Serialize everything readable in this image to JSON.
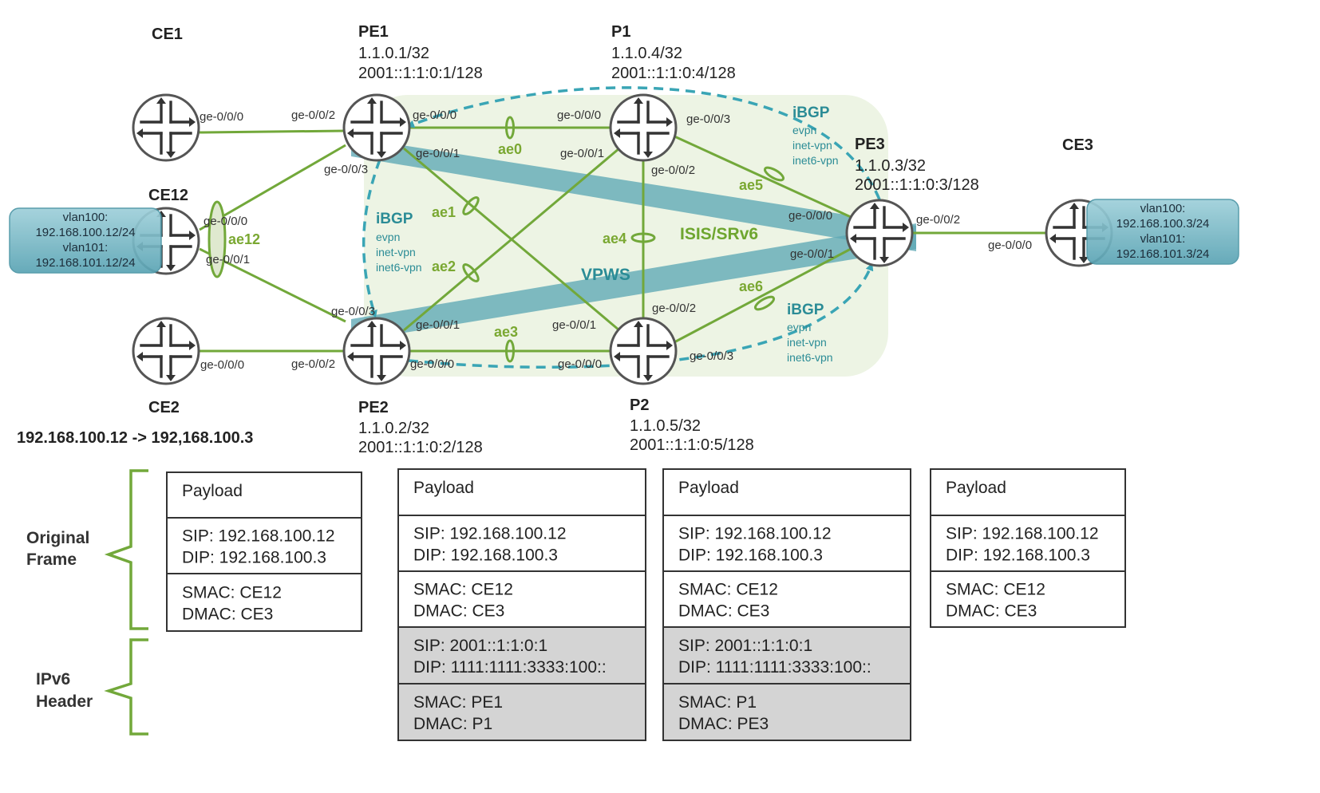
{
  "routers": {
    "ce1": {
      "name": "CE1",
      "addr": []
    },
    "pe1": {
      "name": "PE1",
      "addr": [
        "1.1.0.1/32",
        "2001::1:1:0:1/128"
      ]
    },
    "p1": {
      "name": "P1",
      "addr": [
        "1.1.0.4/32",
        "2001::1:1:0:4/128"
      ]
    },
    "pe3": {
      "name": "PE3",
      "addr": [
        "1.1.0.3/32",
        "2001::1:1:0:3/128"
      ]
    },
    "ce3": {
      "name": "CE3",
      "addr": []
    },
    "ce12": {
      "name": "CE12",
      "addr": []
    },
    "ce2": {
      "name": "CE2",
      "addr": []
    },
    "pe2": {
      "name": "PE2",
      "addr": [
        "1.1.0.2/32",
        "2001::1:1:0:2/128"
      ]
    },
    "p2": {
      "name": "P2",
      "addr": [
        "1.1.0.5/32",
        "2001::1:1:0:5/128"
      ]
    }
  },
  "ce12_vlans": [
    "vlan100:",
    "192.168.100.12/24",
    "vlan101:",
    "192.168.101.12/24"
  ],
  "ce3_vlans": [
    "vlan100:",
    "192.168.100.3/24",
    "vlan101:",
    "192.168.101.3/24"
  ],
  "interfaces": {
    "ce1_ge000": "ge-0/0/0",
    "pe1_ge002": "ge-0/0/2",
    "pe1_ge000": "ge-0/0/0",
    "pe1_ge001": "ge-0/0/1",
    "pe1_ge003": "ge-0/0/3",
    "p1_ge000": "ge-0/0/0",
    "p1_ge001": "ge-0/0/1",
    "p1_ge003": "ge-0/0/3",
    "p1_ge002": "ge-0/0/2",
    "pe3_ge000": "ge-0/0/0",
    "pe3_ge001": "ge-0/0/1",
    "pe3_ge002": "ge-0/0/2",
    "ce3_ge000": "ge-0/0/0",
    "ce12_ge000": "ge-0/0/0",
    "ce12_ge001": "ge-0/0/1",
    "pe2_ge003": "ge-0/0/3",
    "pe2_ge001": "ge-0/0/1",
    "pe2_ge002": "ge-0/0/2",
    "pe2_ge000": "ge-0/0/0",
    "ce2_ge000": "ge-0/0/0",
    "p2_ge001": "ge-0/0/1",
    "p2_ge002": "ge-0/0/2",
    "p2_ge000": "ge-0/0/0",
    "p2_ge003": "ge-0/0/3"
  },
  "aes": {
    "ae0": "ae0",
    "ae1": "ae1",
    "ae2": "ae2",
    "ae3": "ae3",
    "ae4": "ae4",
    "ae5": "ae5",
    "ae6": "ae6",
    "ae12": "ae12"
  },
  "bgp_sessions": [
    {
      "title": "iBGP",
      "families": [
        "evpn",
        "inet-vpn",
        "inet6-vpn"
      ]
    },
    {
      "title": "iBGP",
      "families": [
        "evpn",
        "inet-vpn",
        "inet6-vpn"
      ]
    },
    {
      "title": "iBGP",
      "families": [
        "evpn",
        "inet-vpn",
        "inet6-vpn"
      ]
    }
  ],
  "protocol_label": "ISIS/SRv6",
  "service_label": "VPWS",
  "flow_label": "192.168.100.12 -> 192,168.100.3",
  "side_labels": {
    "original": [
      "Original",
      "Frame"
    ],
    "ipv6": [
      "IPv6",
      "Header"
    ]
  },
  "frames": [
    {
      "layers": [
        {
          "lines": [
            "Payload"
          ],
          "header": false
        },
        {
          "lines": [
            "SIP: 192.168.100.12",
            "DIP: 192.168.100.3"
          ],
          "header": false
        },
        {
          "lines": [
            "SMAC: CE12",
            "DMAC: CE3"
          ],
          "header": false
        }
      ]
    },
    {
      "layers": [
        {
          "lines": [
            "Payload"
          ],
          "header": false
        },
        {
          "lines": [
            "SIP: 192.168.100.12",
            "DIP: 192.168.100.3"
          ],
          "header": false
        },
        {
          "lines": [
            "SMAC: CE12",
            "DMAC: CE3"
          ],
          "header": false
        },
        {
          "lines": [
            "SIP: 2001::1:1:0:1",
            "DIP: 1111:1111:3333:100::"
          ],
          "header": true
        },
        {
          "lines": [
            "SMAC: PE1",
            "DMAC: P1"
          ],
          "header": true
        }
      ]
    },
    {
      "layers": [
        {
          "lines": [
            "Payload"
          ],
          "header": false
        },
        {
          "lines": [
            "SIP: 192.168.100.12",
            "DIP: 192.168.100.3"
          ],
          "header": false
        },
        {
          "lines": [
            "SMAC: CE12",
            "DMAC: CE3"
          ],
          "header": false
        },
        {
          "lines": [
            "SIP: 2001::1:1:0:1",
            "DIP: 1111:1111:3333:100::"
          ],
          "header": true
        },
        {
          "lines": [
            "SMAC: P1",
            "DMAC: PE3"
          ],
          "header": true
        }
      ]
    },
    {
      "layers": [
        {
          "lines": [
            "Payload"
          ],
          "header": false
        },
        {
          "lines": [
            "SIP: 192.168.100.12",
            "DIP: 192.168.100.3"
          ],
          "header": false
        },
        {
          "lines": [
            "SMAC: CE12",
            "DMAC: CE3"
          ],
          "header": false
        }
      ]
    }
  ],
  "colors": {
    "link": "#72a83a",
    "domain": "#edf4e4",
    "tunnel": "#5ea8b5",
    "bgp": "#3aa5b5",
    "header_fill": "#d4d4d4"
  }
}
